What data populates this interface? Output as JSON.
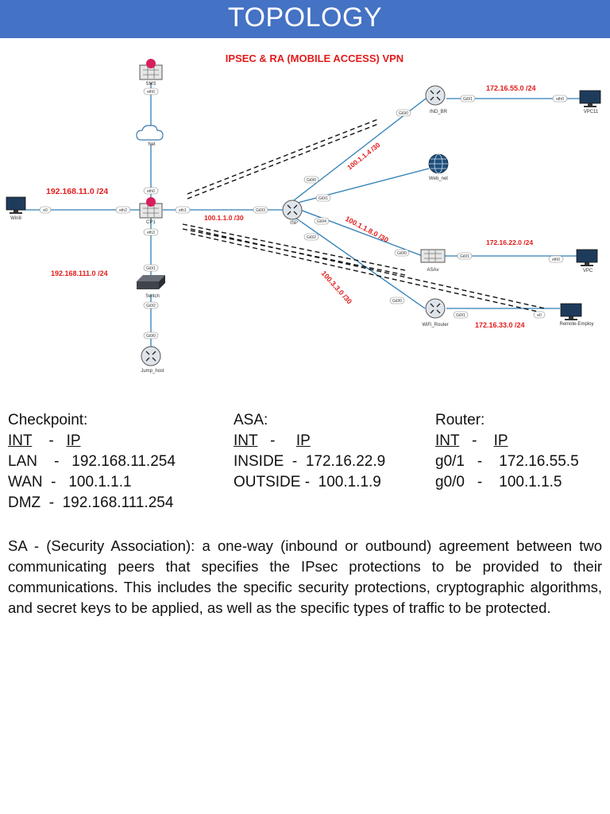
{
  "page": {
    "title": "TOPOLOGY",
    "accent": "#4472c4"
  },
  "diagram": {
    "title": "IPSEC & RA (MOBILE ACCESS) VPN",
    "label_color": "#e31b1b",
    "link_color": "#2f7fb5",
    "nodes": {
      "sms": "SMS",
      "net": "Net",
      "cp1": "CP1",
      "switch": "Switch",
      "jump_host": "Jump_host",
      "win8": "Win8",
      "isp": "ISP",
      "ind_br": "IND_BR",
      "vpc11": "VPC11",
      "web_net": "Web_net",
      "asav": "ASAv",
      "vpc": "VPC",
      "wifi_router": "WiFi_Router",
      "remote_employ": "Remote-Employ"
    },
    "ports": {
      "sms_eth0": "eth0",
      "net_eth0": "eth0",
      "cp1_eth2": "eth2",
      "cp1_eth1": "eth1",
      "cp1_eth3": "eth3",
      "win8_e0": "e0",
      "switch_gi01": "Gi0/1",
      "switch_gi02": "Gi0/2",
      "jump_gi00": "Gi0/0",
      "isp_gi03": "Gi0/3",
      "isp_gi00": "Gi0/0",
      "isp_gi01": "Gi0/1",
      "isp_gi04": "Gi0/4",
      "isp_gi02": "Gi0/2",
      "indbr_gi00": "Gi0/0",
      "indbr_gi01": "Gi0/1",
      "vpc11_eth0": "eth0",
      "asav_gi00": "Gi0/0",
      "asav_gi01": "Gi0/1",
      "vpc_eth0": "eth0",
      "wifi_gi00": "Gi0/0",
      "wifi_gi01": "Gi0/1",
      "remote_e0": "e0"
    },
    "subnets": {
      "lan": "192.168.11.0 /24",
      "dmz": "192.168.111.0 /24",
      "cp_isp": "100.1.1.0 /30",
      "isp_indbr": "100.1.1.4 /30",
      "isp_asav": "100.1.1.8.0 /30",
      "isp_wifi": "100.3.3.0 /30",
      "indbr_lan": "172.16.55.0 /24",
      "asav_lan": "172.16.22.0 /24",
      "wifi_lan": "172.16.33.0 /24"
    }
  },
  "table": {
    "checkpoint": {
      "header": "Checkpoint:",
      "int": "INT",
      "dash": "-",
      "ip": "IP",
      "rows": [
        {
          "name": "LAN",
          "ip": "192.168.11.254"
        },
        {
          "name": "WAN",
          "ip": "100.1.1.1"
        },
        {
          "name": "DMZ",
          "ip": "192.168.111.254"
        }
      ]
    },
    "asa": {
      "header": "ASA:",
      "int": "INT",
      "dash": "-",
      "ip": "IP",
      "rows": [
        {
          "name": "INSIDE",
          "ip": "172.16.22.9"
        },
        {
          "name": "OUTSIDE",
          "ip": "100.1.1.9"
        }
      ]
    },
    "router": {
      "header": "Router:",
      "int": "INT",
      "dash": "-",
      "ip": "IP",
      "rows": [
        {
          "name": "g0/1",
          "ip": "172.16.55.5"
        },
        {
          "name": "g0/0",
          "ip": "100.1.1.5"
        }
      ]
    }
  },
  "paragraph": "SA - (Security Association): a one-way (inbound or outbound) agreement between two communicating peers that specifies the IPsec protections to be provided to their communications.  This includes the specific security protections, cryptographic algorithms, and secret keys to be applied, as well as the specific types of traffic to be protected."
}
